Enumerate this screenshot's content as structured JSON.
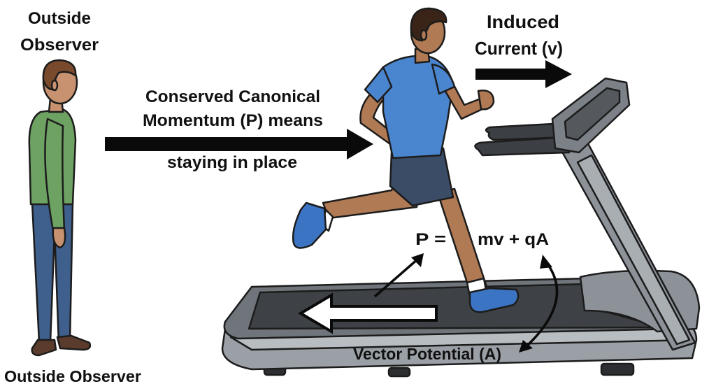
{
  "observer_label_top_line1": "Outside",
  "observer_label_top_line2": "Observer",
  "observer_label_bottom": "Outside Observer",
  "momentum_label_line1": "Conserved Canonical",
  "momentum_label_line2": "Momentum (P) means",
  "momentum_label_line3": "staying in place",
  "current_label_line1": "Induced",
  "current_label_line2": "Current (v)",
  "equation_lhs": "P =",
  "equation_rhs": "mv + qA",
  "vector_potential_label": "Vector Potential (A)",
  "colors": {
    "shirt_green": "#6ea263",
    "pants_blue": "#3f5f8c",
    "shirt_runner": "#4a86d0",
    "shorts_runner": "#3b4c66",
    "shoe_blue": "#3c74c4",
    "skin": "#b07a55",
    "treadmill_gray": "#8d9299",
    "belt_dark": "#404347"
  }
}
